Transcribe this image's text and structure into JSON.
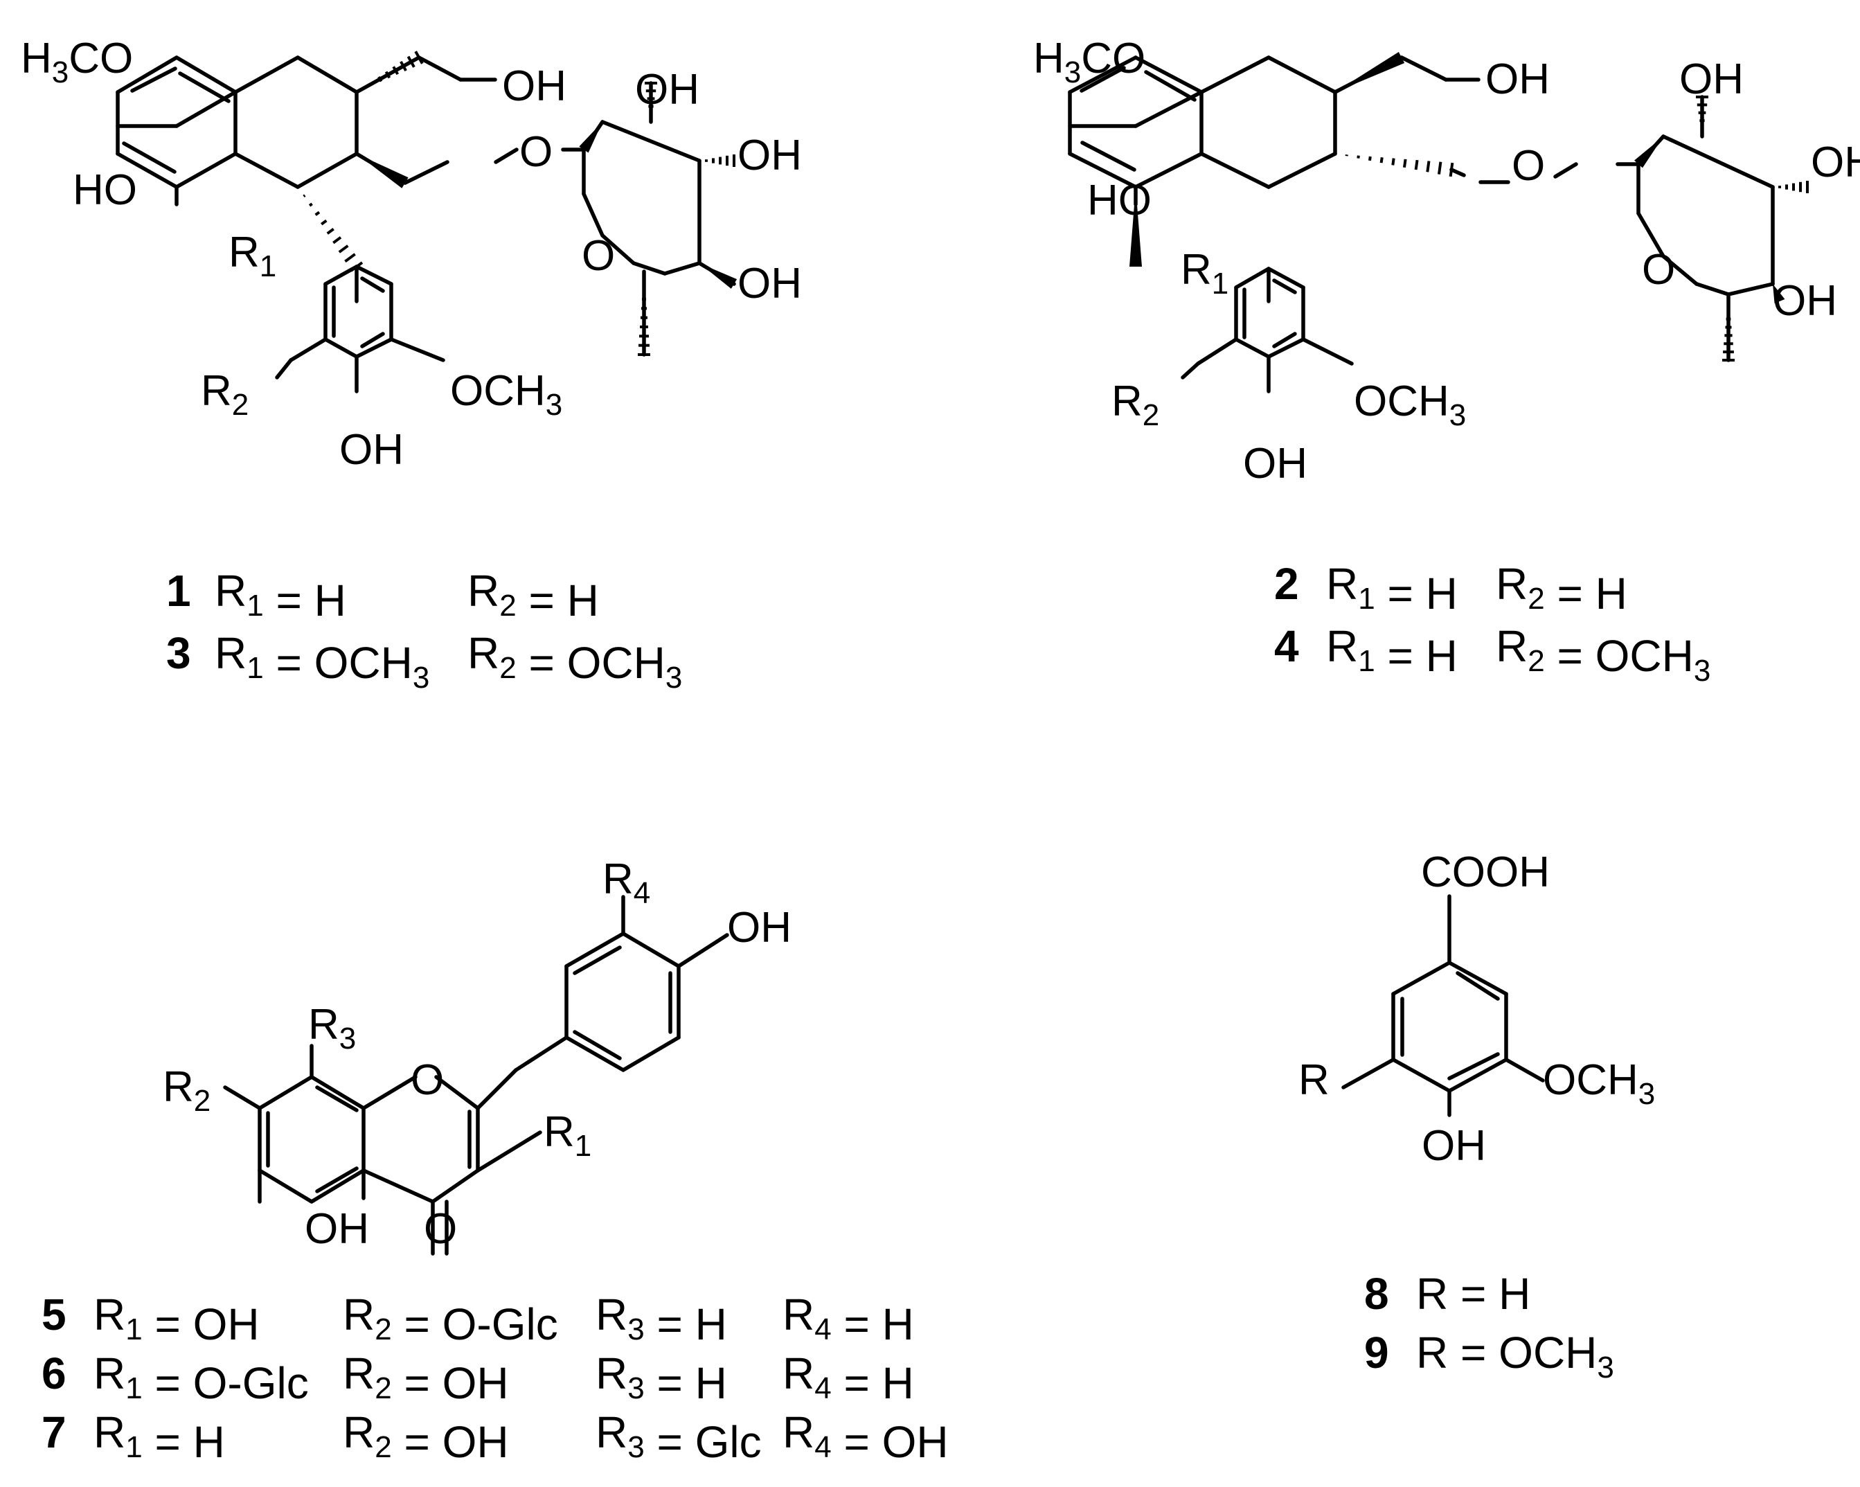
{
  "figure": {
    "background": "#ffffff",
    "ink_color": "#000000",
    "atom_labels": {
      "h3co": "H3CO",
      "ho": "HO",
      "oh": "OH",
      "och3": "OCH3",
      "o": "O",
      "r": "R",
      "r1": "R1",
      "r2": "R2",
      "r3": "R3",
      "r4": "R4",
      "cooh": "COOH"
    },
    "legends": [
      {
        "compound": "1",
        "R1": "H",
        "R2": "H"
      },
      {
        "compound": "3",
        "R1": "OCH3",
        "R2": "OCH3"
      },
      {
        "compound": "2",
        "R1": "H",
        "R2": "H"
      },
      {
        "compound": "4",
        "R1": "H",
        "R2": "OCH3"
      },
      {
        "compound": "5",
        "R1": "OH",
        "R2": "O-Glc",
        "R3": "H",
        "R4": "H"
      },
      {
        "compound": "6",
        "R1": "O-Glc",
        "R2": "OH",
        "R3": "H",
        "R4": "H"
      },
      {
        "compound": "7",
        "R1": "H",
        "R2": "OH",
        "R3": "Glc",
        "R4": "OH"
      },
      {
        "compound": "8",
        "R": "H"
      },
      {
        "compound": "9",
        "R": "OCH3"
      }
    ]
  }
}
